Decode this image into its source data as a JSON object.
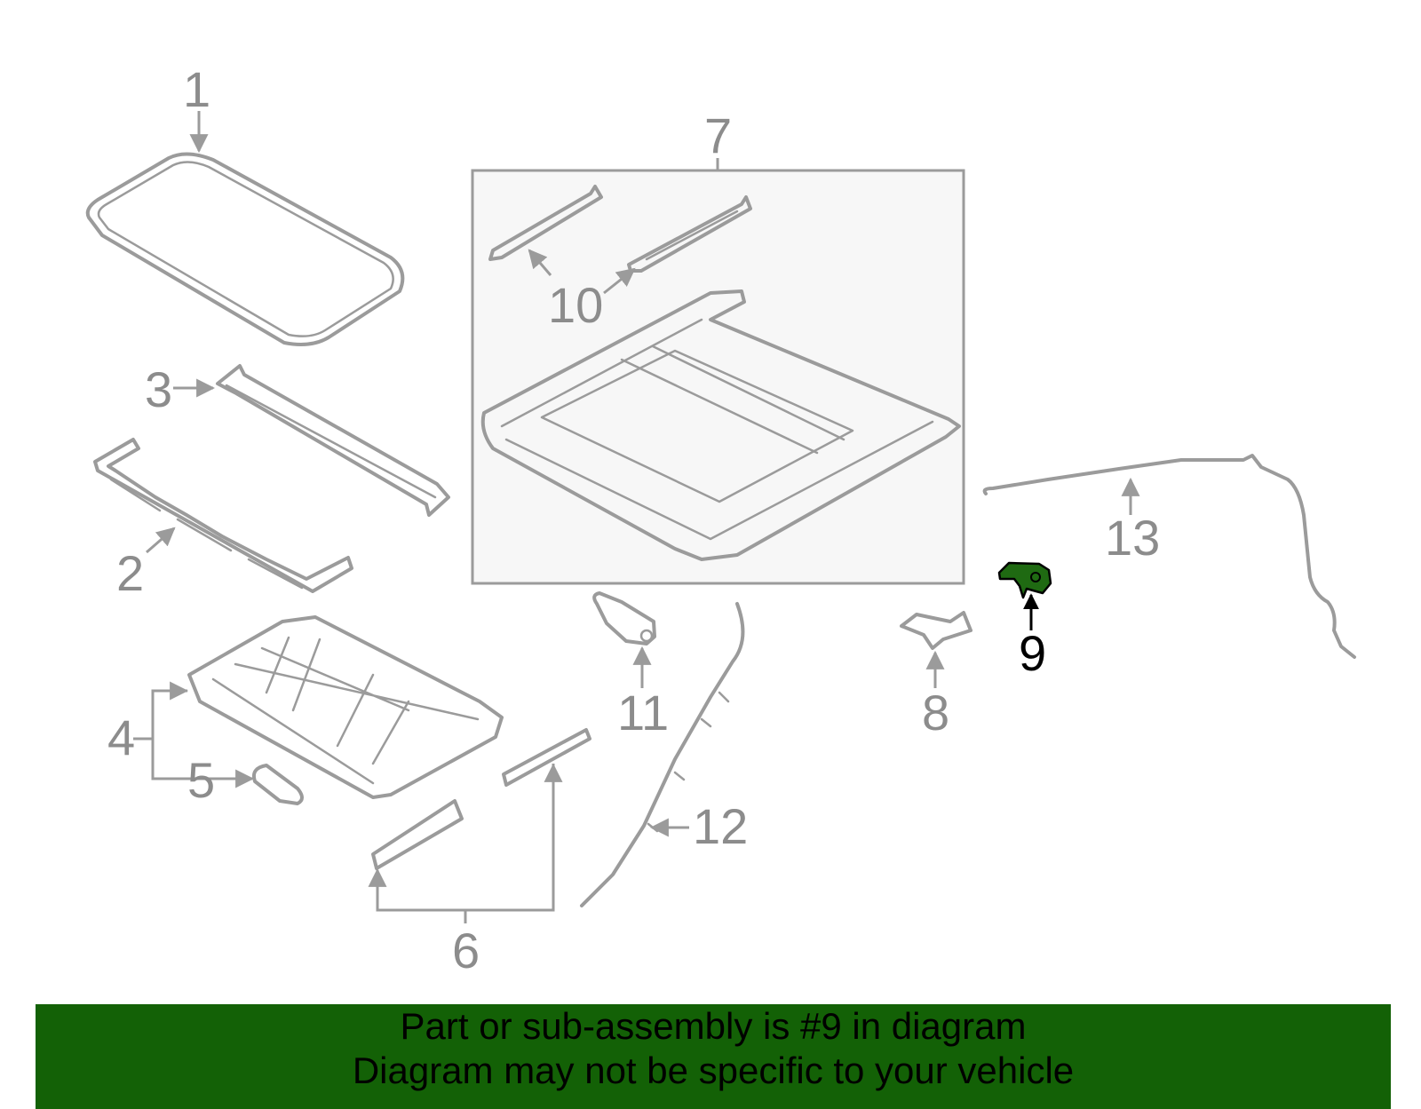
{
  "callouts": [
    "1",
    "2",
    "3",
    "4",
    "5",
    "6",
    "7",
    "8",
    "9",
    "10",
    "11",
    "12",
    "13"
  ],
  "highlight": {
    "part": "9",
    "color": "#1f6a12"
  },
  "banner": {
    "line1": "Part or sub-assembly is #9 in diagram",
    "line2": "Diagram may not be specific to your vehicle",
    "background": "#136106"
  }
}
